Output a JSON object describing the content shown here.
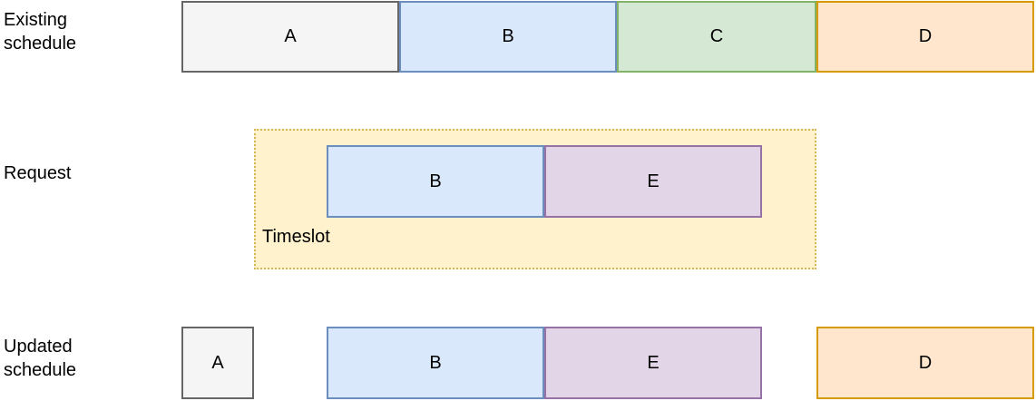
{
  "palette": {
    "canvas-bg": "#ffffff",
    "text": "#000000",
    "gray-fill": "#f5f5f5",
    "gray-border": "#666666",
    "blue-fill": "#dae8fc",
    "blue-border": "#6c8ebf",
    "green-fill": "#d5e8d4",
    "green-border": "#82b366",
    "orange-fill": "#ffe6cc",
    "orange-border": "#d79b00",
    "purple-fill": "#e1d5e7",
    "purple-border": "#9673a6",
    "yellow-fill": "#fff2cc",
    "yellow-border": "#d6b656"
  },
  "rows": {
    "existing": {
      "label_line1": "Existing",
      "label_line2": "schedule",
      "blocks": [
        {
          "label": "A",
          "color": "gray"
        },
        {
          "label": "B",
          "color": "blue"
        },
        {
          "label": "C",
          "color": "green"
        },
        {
          "label": "D",
          "color": "orange"
        }
      ]
    },
    "request": {
      "label": "Request",
      "timeslot": {
        "label": "Timeslot",
        "blocks": [
          {
            "label": "B",
            "color": "blue"
          },
          {
            "label": "E",
            "color": "purple"
          }
        ]
      }
    },
    "updated": {
      "label_line1": "Updated",
      "label_line2": "schedule",
      "blocks": [
        {
          "label": "A",
          "color": "gray"
        },
        {
          "label": "B",
          "color": "blue"
        },
        {
          "label": "E",
          "color": "purple"
        },
        {
          "label": "D",
          "color": "orange"
        }
      ]
    }
  }
}
